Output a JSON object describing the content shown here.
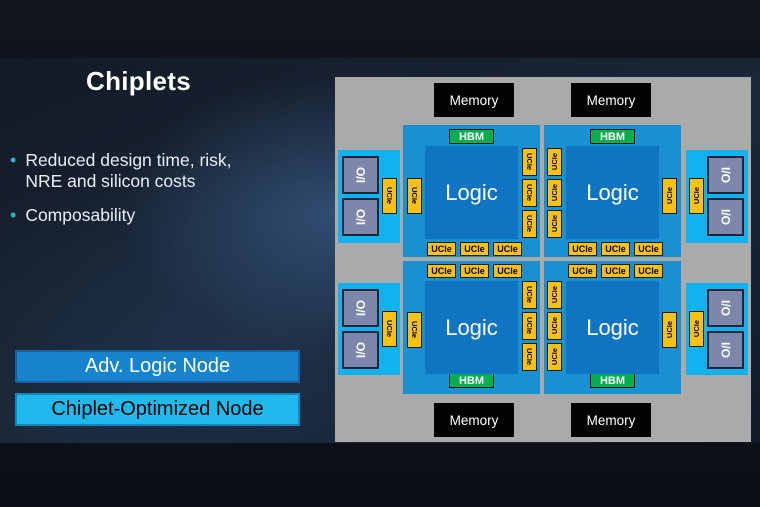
{
  "slide": {
    "title": "Chiplets",
    "bullets": [
      "Reduced design time, risk, NRE and silicon costs",
      "Composability"
    ],
    "legend": [
      {
        "label": "Adv. Logic Node",
        "fill": "#1583cd",
        "text_color": "#ffffff"
      },
      {
        "label": "Chiplet-Optimized Node",
        "fill": "#20b9ee",
        "text_color": "#000000"
      }
    ],
    "bullet_color": "#2fb0c6",
    "background_color": "#16202e"
  },
  "diagram": {
    "labels": {
      "memory": "Memory",
      "logic": "Logic",
      "hbm": "HBM",
      "ucie": "UCIe",
      "io": "I/O"
    },
    "counts": {
      "memory_chips": 4,
      "logic_dies": 4,
      "hbm_stacks": 4,
      "io_chiplets": 4,
      "io_dies": 8,
      "ucie_phys": 32
    },
    "colors": {
      "panel_bg": "#aaaaaa",
      "memory_bg": "#030303",
      "quadrant_bg": "#1a8fd1",
      "logic_bg": "#0f74c2",
      "io_container_bg": "#10b2ef",
      "io_die_bg": "#7d87ab",
      "hbm_bg": "#00ae4d",
      "ucie_bg": "#fdc112"
    }
  }
}
